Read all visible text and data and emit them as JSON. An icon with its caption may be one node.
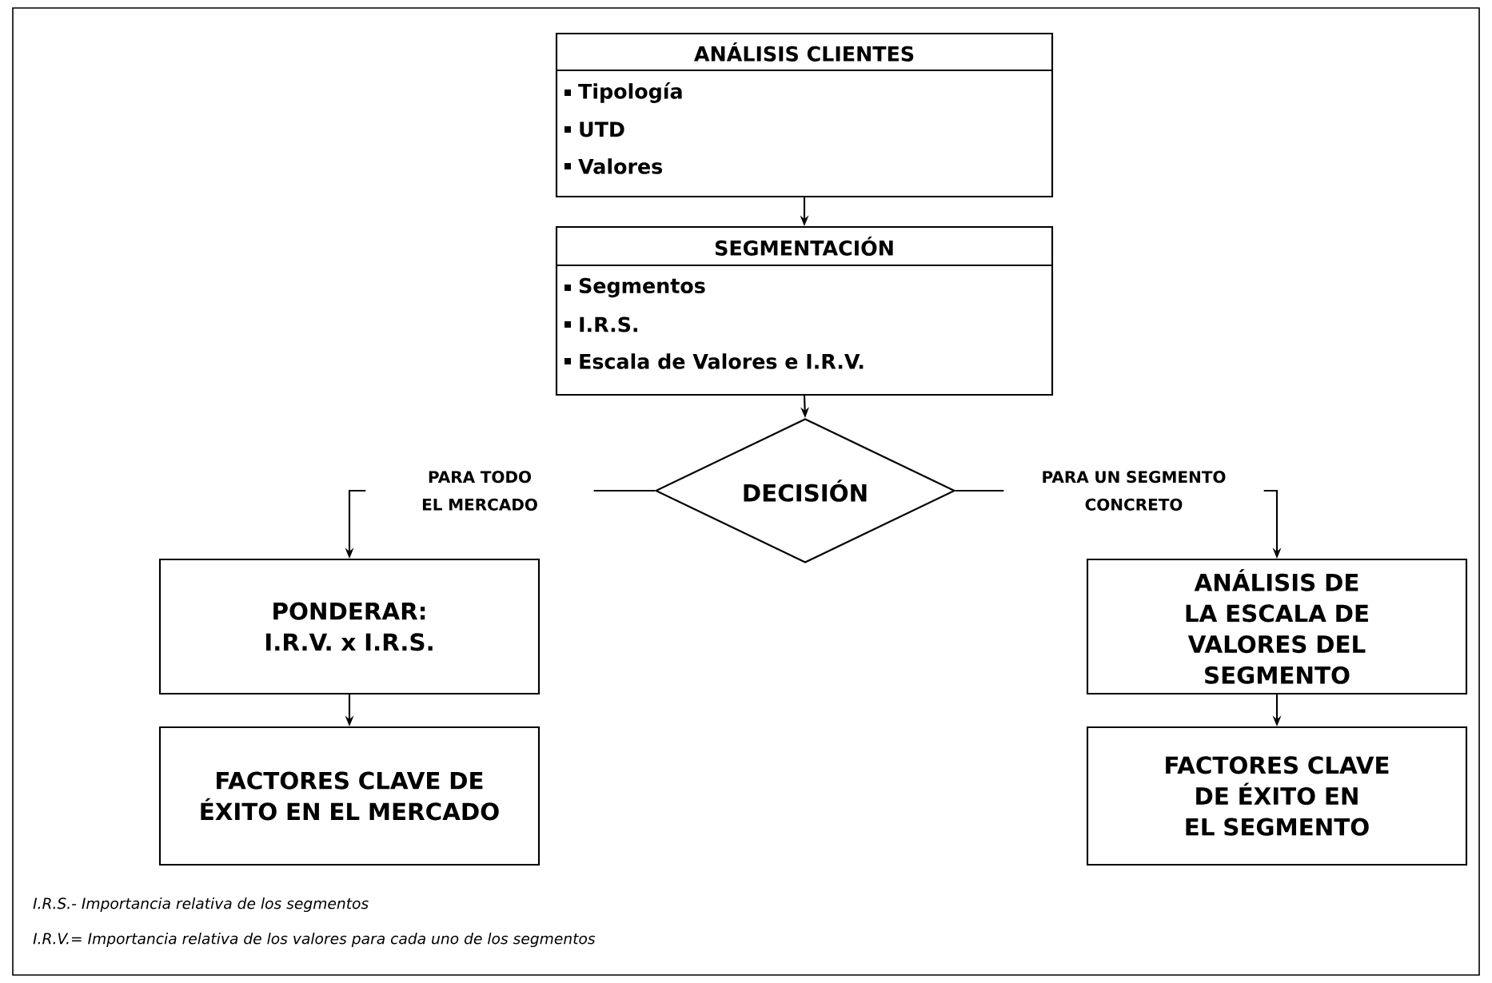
{
  "diagram": {
    "nodes": [
      {
        "text": [
          "ANÁLISIS CLIENTES",
          "Tipología",
          "UTD",
          "Valores"
        ]
      },
      {
        "text": [
          "SEGMENTACIÓN",
          "Segmentos",
          "I.R.S.",
          "Escala de Valores e I.R.V."
        ]
      },
      {
        "text": [
          "DECISIÓN"
        ]
      },
      {
        "text": [
          "PONDERAR: I.R.V. x I.R.S."
        ]
      },
      {
        "text": [
          "FACTORES CLAVE DE ÉXITO EN EL MERCADO"
        ]
      },
      {
        "text": [
          "ANÁLISIS DE LA ESCALA DE VALORES DEL SEGMENTO"
        ]
      },
      {
        "text": [
          "FACTORES CLAVE DE ÉXITO EN EL SEGMENTO"
        ]
      }
    ],
    "edges": [
      {
        "from": 0,
        "to": 1,
        "arrow": "to"
      },
      {
        "from": 1,
        "to": 2,
        "arrow": "to"
      },
      {
        "from": 2,
        "to": 3,
        "arrow": "to",
        "label": "PARA TODO EL MERCADO"
      },
      {
        "from": 2,
        "to": 5,
        "arrow": "to",
        "label": "PARA UN SEGMENTO CONCRETO"
      },
      {
        "from": 3,
        "to": 4,
        "arrow": "to"
      },
      {
        "from": 5,
        "to": 6,
        "arrow": "to"
      }
    ],
    "labels": [
      "I.R.S.- Importancia relativa de los segmentos",
      "I.R.V.= Importancia relativa de los valores para cada uno de los segmentos"
    ]
  }
}
